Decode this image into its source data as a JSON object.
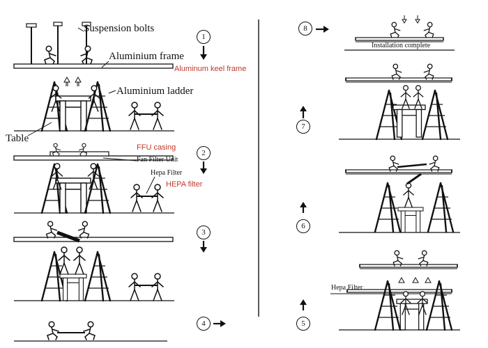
{
  "labels": {
    "suspension_bolts": "Suspension bolts",
    "aluminium_frame": "Aluminium frame",
    "aluminum_keel_frame": "Aluminum keel frame",
    "aluminium_ladder": "Aluminium ladder",
    "table": "Table",
    "ffu_casing": "FFU casing",
    "fan_filter_unit": "Fan Filter Unit",
    "hepa_filter_left": "Hepa Filter",
    "hepa_filter_red": "HEPA filter",
    "installation_complete": "Installation complete",
    "hepa_filter_right": "Hepa Filter"
  },
  "steps": [
    "1",
    "2",
    "3",
    "4",
    "5",
    "6",
    "7",
    "8"
  ],
  "colors": {
    "annotation_red": "#c0392b",
    "line": "#111111"
  }
}
